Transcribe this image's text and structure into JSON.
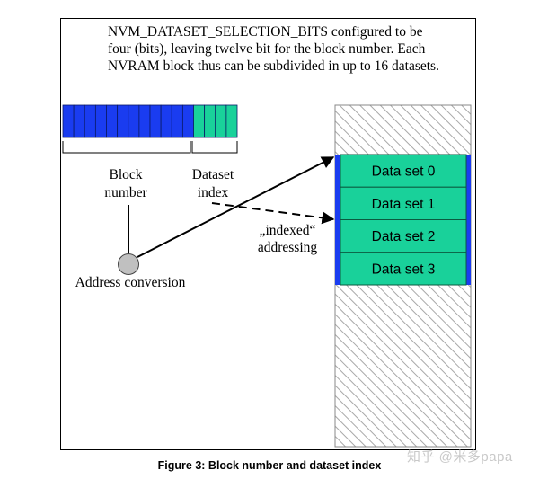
{
  "description": "NVM_DATASET_SELECTION_BITS configured to be four (bits), leaving twelve bit for the block number. Each NVRAM block thus can be subdivided in up to 16 datasets.",
  "bits": {
    "block_count": 12,
    "index_count": 4,
    "block_color": "#1a3cf0",
    "index_color": "#19d19a"
  },
  "labels": {
    "block_line1": "Block",
    "block_line2": "number",
    "index_line1": "Dataset",
    "index_line2": "index",
    "indexed_line1": "„indexed“",
    "indexed_line2": "addressing",
    "conversion": "Address conversion"
  },
  "datasets": [
    "Data set 0",
    "Data set 1",
    "Data set 2",
    "Data set 3"
  ],
  "caption": "Figure 3: Block number and dataset index",
  "watermark": "知乎 @米多papa"
}
